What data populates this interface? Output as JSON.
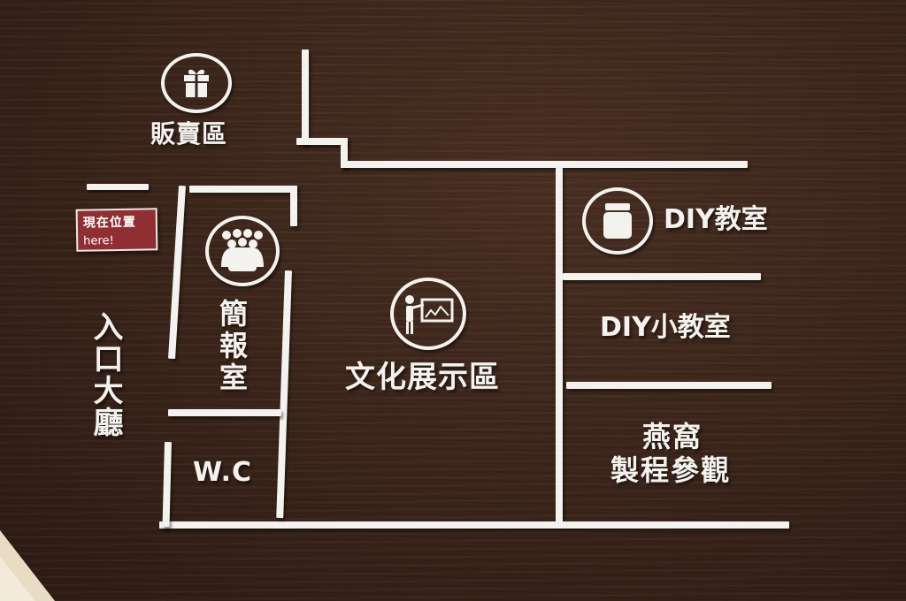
{
  "labels": {
    "shop": "販賣區",
    "current_position": "現在位置",
    "here": "here!",
    "entrance_hall": "入口大廳",
    "briefing_room": "簡報室",
    "restroom": "W.C",
    "exhibition_area": "文化展示區",
    "diy_classroom": "DIY教室",
    "diy_small_classroom": "DIY小教室",
    "birdnest_line1": "燕窩",
    "birdnest_line2": "製程參觀"
  },
  "icons": {
    "shop": "gift-icon",
    "briefing_room": "audience-icon",
    "exhibition_area": "presenter-icon",
    "diy_classroom": "jar-icon"
  },
  "colors": {
    "sign": "#f4f2ee",
    "tag": "#8f2e33",
    "wood": "#3a241a"
  }
}
